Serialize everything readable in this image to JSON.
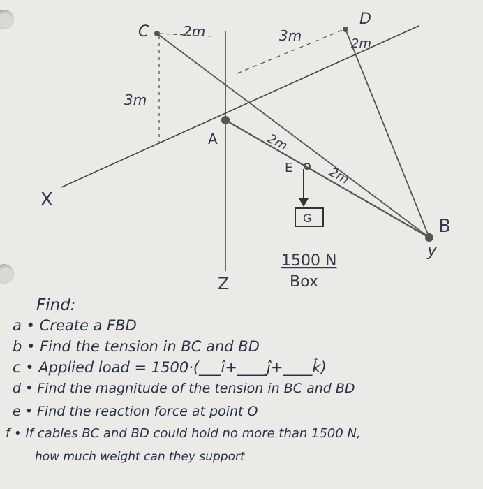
{
  "diagram": {
    "points": {
      "C": "C",
      "D": "D",
      "A": "A",
      "E": "E",
      "B": "B",
      "G": "G"
    },
    "axes": {
      "x": "X",
      "y": "y",
      "z": "Z"
    },
    "dimensions": {
      "c_top": "2m",
      "d_top": "3m",
      "d_side": "2m",
      "c_left": "3m",
      "a_e": "2m",
      "e_b": "2m"
    },
    "load": {
      "value": "1500 N",
      "label": "Box"
    }
  },
  "problem": {
    "heading": "Find:",
    "items": [
      {
        "marker": "a •",
        "text": "Create a FBD"
      },
      {
        "marker": "b •",
        "text": "Find the tension in BC and BD"
      },
      {
        "marker": "c •",
        "text": "Applied load = 1500·(___î+____ĵ+____k̂)"
      },
      {
        "marker": "d •",
        "text": "Find the magnitude of the tension in BC and BD"
      },
      {
        "marker": "e •",
        "text": "Find the reaction force at point O"
      },
      {
        "marker": "f •",
        "text": "If cables BC and BD could hold no more than 1500 N,"
      },
      {
        "marker": "",
        "text": "how much weight can they support"
      }
    ]
  }
}
